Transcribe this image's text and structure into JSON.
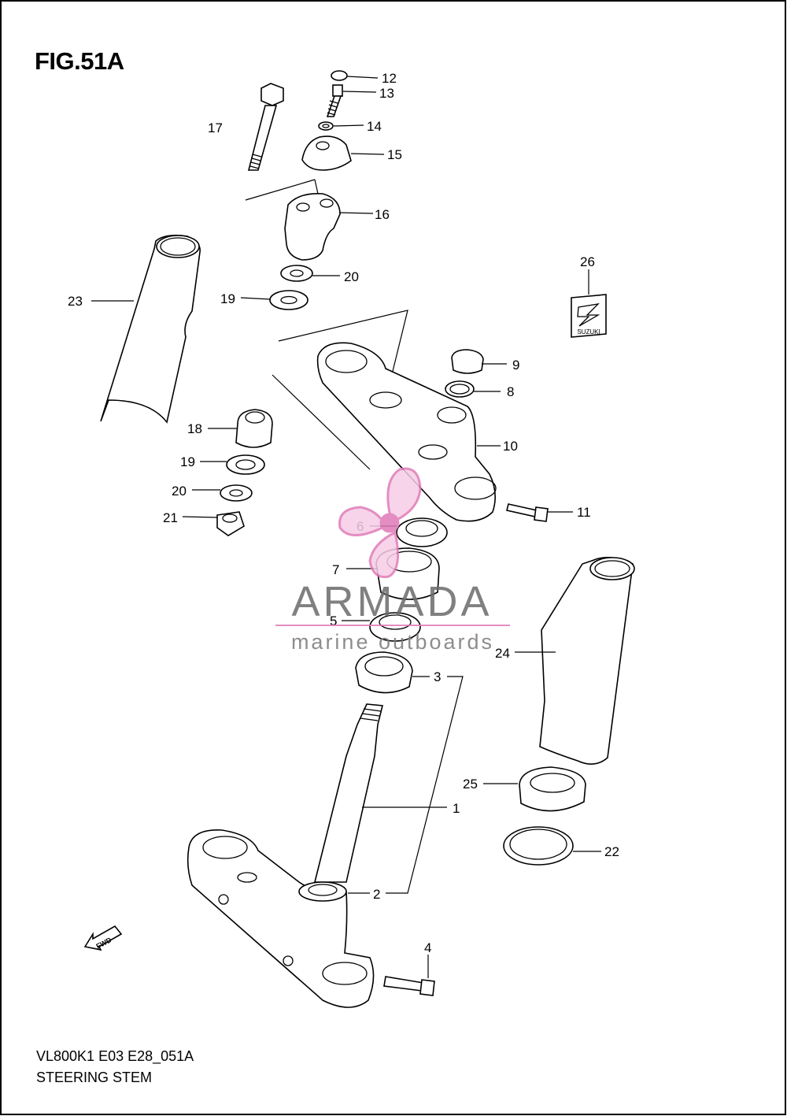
{
  "figure": {
    "title": "FIG.51A",
    "code": "VL800K1 E03 E28_051A",
    "name": "STEERING STEM"
  },
  "callouts": [
    "1",
    "2",
    "3",
    "4",
    "5",
    "6",
    "7",
    "8",
    "9",
    "10",
    "11",
    "12",
    "13",
    "14",
    "15",
    "16",
    "17",
    "18",
    "19",
    "19",
    "20",
    "20",
    "21",
    "22",
    "23",
    "24",
    "25",
    "26"
  ],
  "badge": {
    "text": "SUZUKI"
  },
  "fwd_arrow": {
    "text": "FWD"
  },
  "watermark": {
    "brand": "ARMADA",
    "tagline": "marine outboards",
    "colors": {
      "accent": "#e07ab8",
      "text": "#6b6b6b"
    }
  }
}
